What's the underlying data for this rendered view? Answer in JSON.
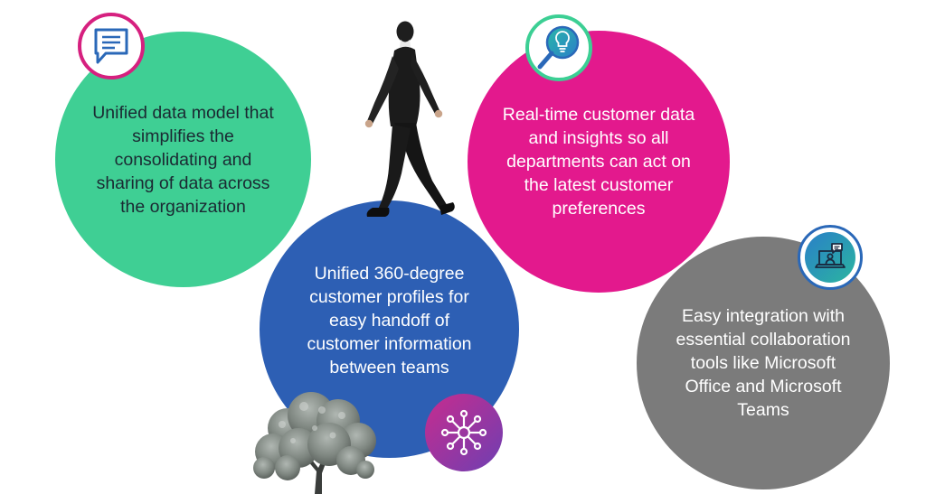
{
  "diagram": {
    "colors": {
      "green": "#3fcf94",
      "pink": "#e3198d",
      "blue": "#2d5fb4",
      "gray": "#7b7b7b"
    },
    "circles": [
      {
        "id": "green",
        "icon": "chat-bubble-icon",
        "text": "Unified data model that simplifies the consolidating and sharing of data across the organization"
      },
      {
        "id": "pink",
        "icon": "lightbulb-magnifier-icon",
        "text": "Real-time customer data and insights so all departments can act on the latest customer preferences"
      },
      {
        "id": "blue",
        "icon": "network-hub-icon",
        "text": "Unified 360-degree customer profiles for easy handoff of customer information between teams"
      },
      {
        "id": "gray",
        "icon": "laptop-chat-icon",
        "text": "Easy integration with essential collaboration tools like Microsoft Office and Microsoft Teams"
      }
    ]
  }
}
